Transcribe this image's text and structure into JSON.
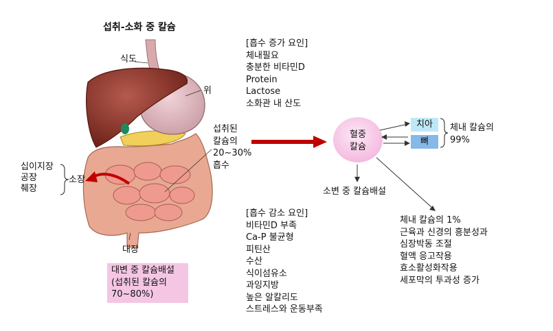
{
  "title": "섭취-소화 중 칼슘",
  "organs": {
    "esophagus": "식도",
    "stomach": "위",
    "small_intestine": "소장",
    "large_intestine": "대장",
    "small_intestine_parts": [
      "십이지장",
      "공장",
      "췌장"
    ]
  },
  "absorption_label": [
    "섭취된",
    "칼슘의",
    "20~30%",
    "흡수"
  ],
  "increase_factors": {
    "header": "[흡수 증가 요인]",
    "items": [
      "체내필요",
      "충분한 비타민D",
      "Protein",
      "Lactose",
      "소화관 내 산도"
    ]
  },
  "decrease_factors": {
    "header": "[흡수 감소 요인]",
    "items": [
      "비타민D 부족",
      "Ca-P 불균형",
      "피틴산",
      "수산",
      "식이섬유소",
      "과잉지방",
      "높은 알칼리도",
      "스트레스와 운동부족"
    ]
  },
  "fecal_excretion": [
    "대변 중 칼슘배설",
    "(섭취된 칼슘의",
    "70~80%)"
  ],
  "blood_calcium": [
    "혈중",
    "칼슘"
  ],
  "teeth": "치아",
  "bone": "뼈",
  "body_calcium_99": [
    "체내 칼슘의",
    "99%"
  ],
  "urine_excretion": "소변 중 칼슘배설",
  "one_percent_functions": [
    "체내 칼슘의 1%",
    "근육과 신경의 흥분성과",
    "심장박동 조절",
    "혈액 응고작용",
    "효소활성화작용",
    "세포막의 투과성 증가"
  ],
  "colors": {
    "pink": "#f4c6e4",
    "teeth_blue": "#bfe8f6",
    "bone_blue": "#86b8e8",
    "arrow_red": "#c00000"
  }
}
